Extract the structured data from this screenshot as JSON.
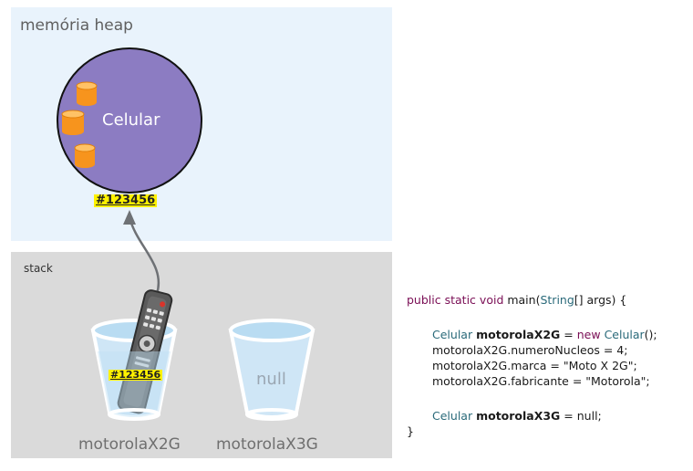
{
  "heap": {
    "title": "memória heap"
  },
  "stack": {
    "title": "stack"
  },
  "object": {
    "class_label": "Celular",
    "address": "#123456",
    "attribute_icon": "cylinder-icon"
  },
  "variables": [
    {
      "name": "motorolaX2G",
      "value": "#123456",
      "icon": "remote-control-icon"
    },
    {
      "name": "motorolaX3G",
      "value": "null"
    }
  ],
  "colors": {
    "heap_bg": "#e9f3fc",
    "stack_bg": "#dadada",
    "object_fill": "#8c7cc2",
    "attribute_fill": "#f7941d",
    "address_highlight": "#fff200",
    "keyword": "#7a0e55",
    "type": "#2a6a7a"
  },
  "code": {
    "signature": {
      "kw1": "public",
      "kw2": "static",
      "kw3": "void",
      "name": " main(",
      "type": "String",
      "rest": "[] args) {"
    },
    "line1": {
      "type": "Celular",
      "var": "motorolaX2G",
      "mid": " = ",
      "kw": "new",
      "type2": "Celular",
      "rest": "();"
    },
    "line2": "motorolaX2G.numeroNucleos = 4;",
    "line3": "motorolaX2G.marca = \"Moto X 2G\";",
    "line4": "motorolaX2G.fabricante = \"Motorola\";",
    "line5": {
      "type": "Celular",
      "var": "motorolaX3G",
      "rest": " = null;"
    },
    "closing": "}"
  }
}
